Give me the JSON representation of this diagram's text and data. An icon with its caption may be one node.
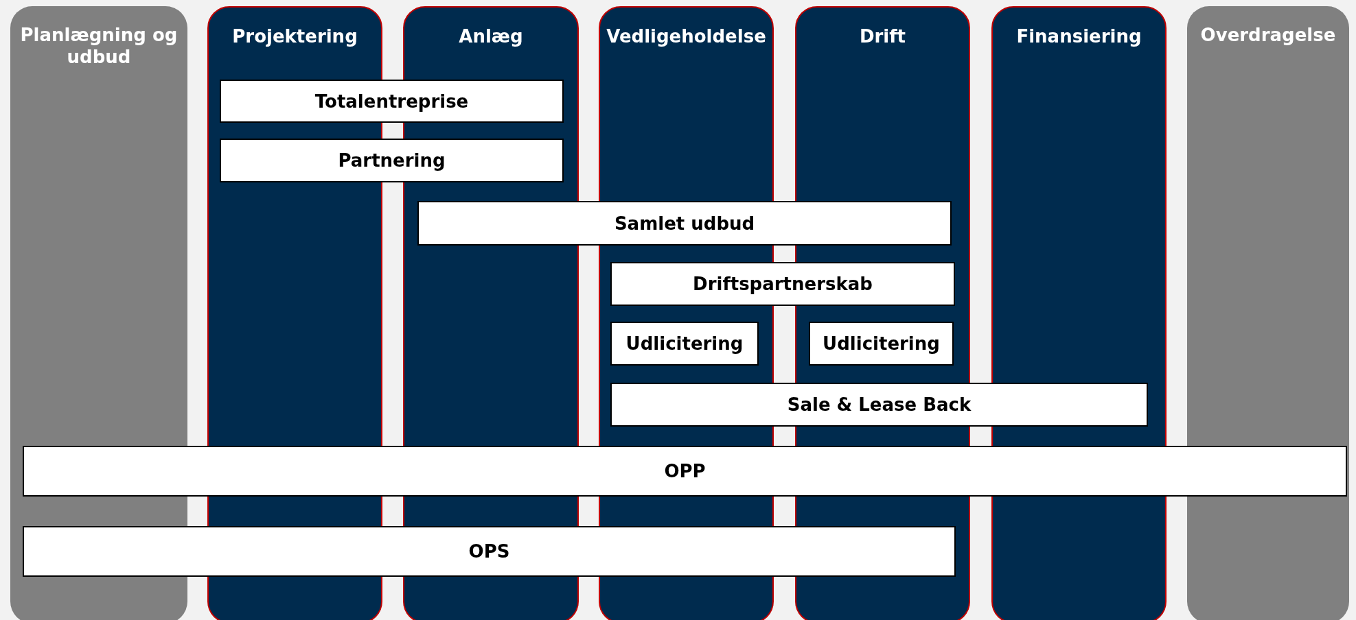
{
  "diagram": {
    "nodes": [
      {
        "text": [
          "Planlægning og udbud"
        ]
      },
      {
        "text": [
          "Projektering"
        ]
      },
      {
        "text": [
          "Anlæg"
        ]
      },
      {
        "text": [
          "Vedligeholdelse"
        ]
      },
      {
        "text": [
          "Drift"
        ]
      },
      {
        "text": [
          "Finansiering"
        ]
      },
      {
        "text": [
          "Overdragelse"
        ]
      },
      {
        "text": [
          "Totalentreprise"
        ]
      },
      {
        "text": [
          "Partnering"
        ]
      },
      {
        "text": [
          "Samlet udbud"
        ]
      },
      {
        "text": [
          "Driftspartnerskab"
        ]
      },
      {
        "text": [
          "Udlicitering"
        ],
        "in": 3
      },
      {
        "text": [
          "Udlicitering"
        ],
        "in": 4
      },
      {
        "text": [
          "Sale & Lease Back"
        ]
      },
      {
        "text": [
          "OPP"
        ]
      },
      {
        "text": [
          "OPS"
        ]
      }
    ]
  }
}
